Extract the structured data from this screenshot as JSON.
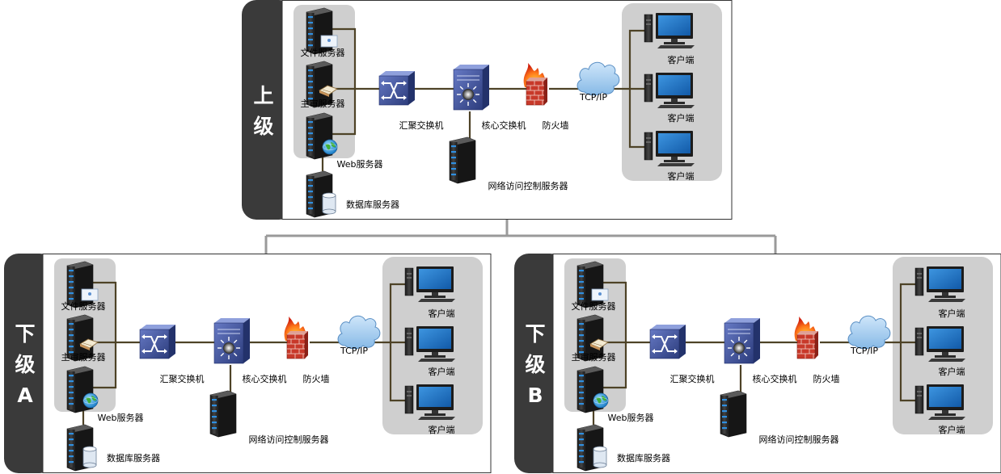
{
  "panels": [
    {
      "tab_label": "上级",
      "tab_lines": [
        "上",
        "级"
      ],
      "labels": {
        "file_server": "文件服务器",
        "audit_server": "主审服务器",
        "web_server": "Web服务器",
        "db_server": "数据库服务器",
        "aggregation_switch": "汇聚交换机",
        "core_switch": "核心交换机",
        "firewall": "防火墙",
        "access_control_server": "网络访问控制服务器",
        "network": "TCP/IP",
        "clients": [
          "客户端",
          "客户端",
          "客户端"
        ]
      }
    },
    {
      "tab_label": "下级A",
      "tab_lines": [
        "下",
        "级",
        "A"
      ],
      "labels": {
        "file_server": "文件服务器",
        "audit_server": "主审服务器",
        "web_server": "Web服务器",
        "db_server": "数据库服务器",
        "aggregation_switch": "汇聚交换机",
        "core_switch": "核心交换机",
        "firewall": "防火墙",
        "access_control_server": "网络访问控制服务器",
        "network": "TCP/IP",
        "clients": [
          "客户端",
          "客户端",
          "客户端"
        ]
      }
    },
    {
      "tab_label": "下级B",
      "tab_lines": [
        "下",
        "级",
        "B"
      ],
      "labels": {
        "file_server": "文件服务器",
        "audit_server": "主审服务器",
        "web_server": "Web服务器",
        "db_server": "数据库服务器",
        "aggregation_switch": "汇聚交换机",
        "core_switch": "核心交换机",
        "firewall": "防火墙",
        "access_control_server": "网络访问控制服务器",
        "network": "TCP/IP",
        "clients": [
          "客户端",
          "客户端",
          "客户端"
        ]
      }
    }
  ],
  "colors": {
    "tab": "#3a3a3a",
    "frame": "#333333",
    "group": "#cfcfcf",
    "link": "#4e4327",
    "hierarchy": "#9a9a9a",
    "switch": "#3c4f9a",
    "screen": "#1f74c4"
  }
}
